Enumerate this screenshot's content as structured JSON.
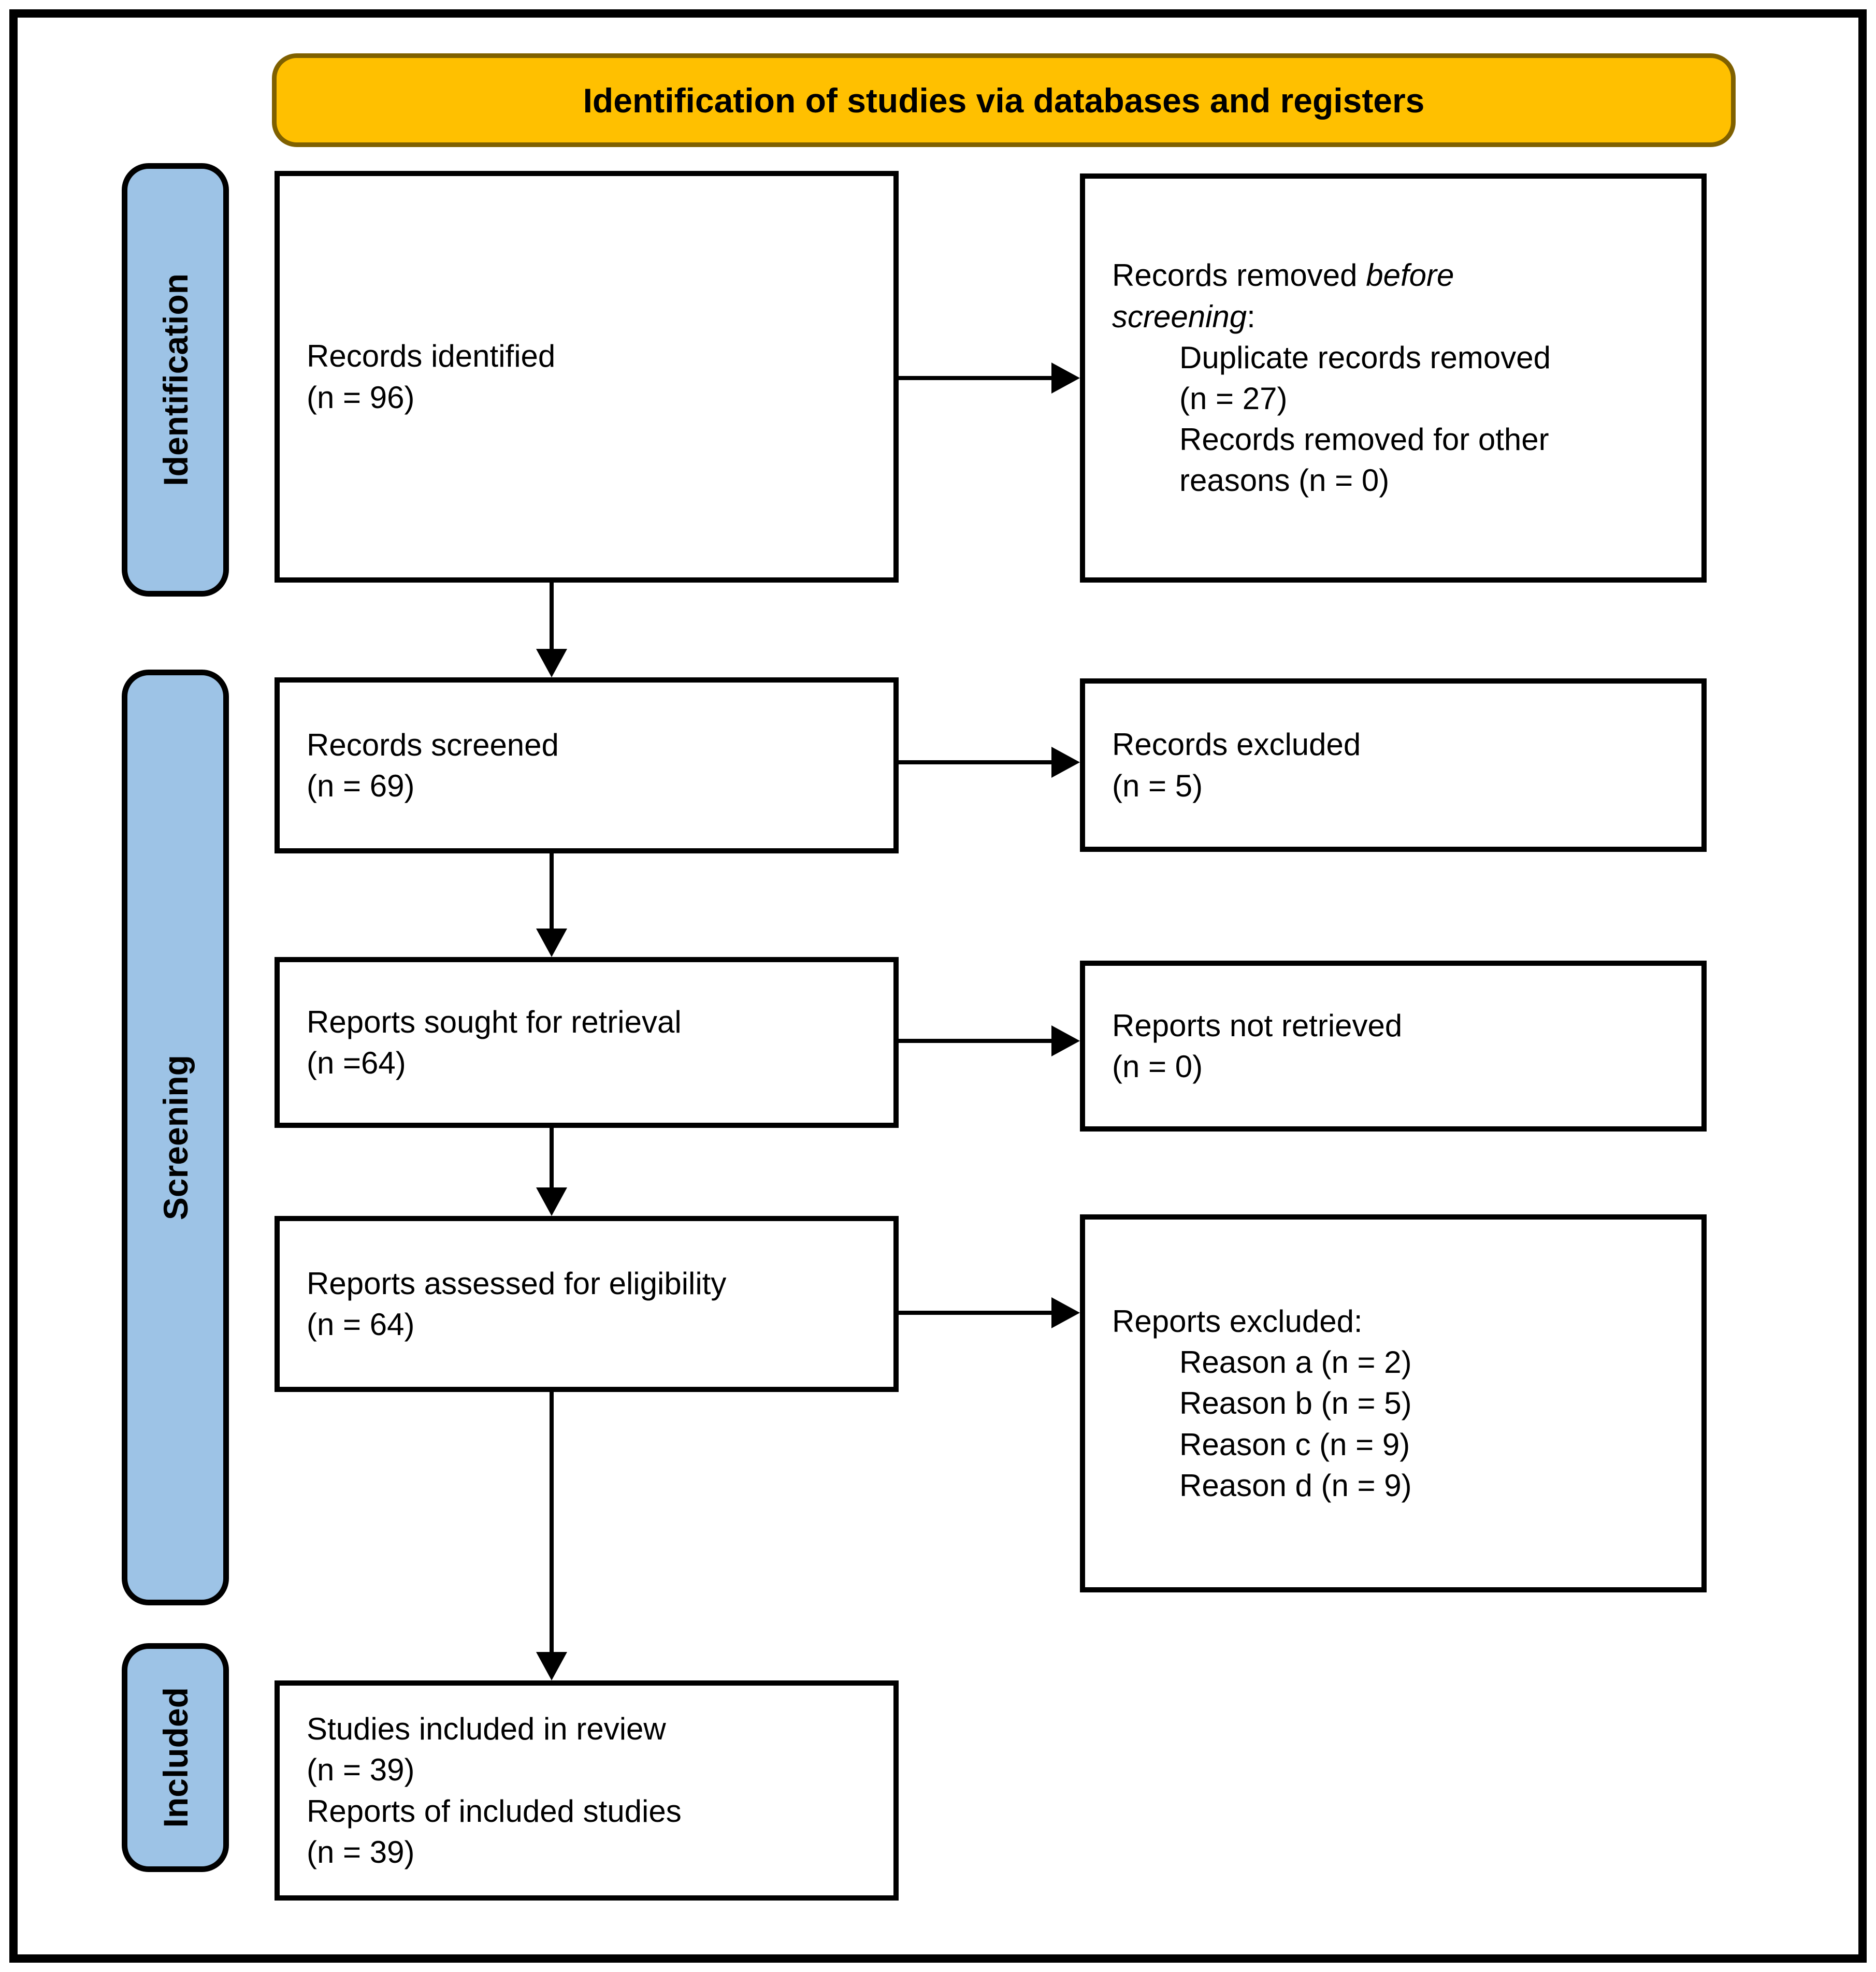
{
  "title_banner": {
    "label": "Identification of studies via databases and registers",
    "bg_color": "#FFC000",
    "border_color": "#7F6000"
  },
  "sidebar": {
    "bg_color": "#9DC3E6",
    "labels": {
      "identification": "Identification",
      "screening": "Screening",
      "included": "Included"
    }
  },
  "boxes": {
    "identified": {
      "lines": [
        "Records identified",
        "(n = 96)"
      ]
    },
    "removed": {
      "title_prefix": "Records removed ",
      "title_italic": "before screening",
      "title_suffix": ":",
      "items": [
        "Duplicate records removed",
        "(n = 27)",
        "Records removed for other",
        "reasons (n = 0)"
      ]
    },
    "screened": {
      "lines": [
        "Records screened",
        "(n = 69)"
      ]
    },
    "records_excluded": {
      "lines": [
        "Records excluded",
        "(n = 5)"
      ]
    },
    "sought": {
      "lines": [
        "Reports sought for retrieval",
        "(n =64)"
      ]
    },
    "not_retrieved": {
      "lines": [
        "Reports not retrieved",
        "(n = 0)"
      ]
    },
    "assessed": {
      "lines": [
        "Reports assessed for eligibility",
        "(n = 64)"
      ]
    },
    "reports_excluded": {
      "title": "Reports excluded:",
      "items": [
        "Reason a (n = 2)",
        "Reason b (n = 5)",
        "Reason c (n = 9)",
        "Reason d (n = 9)"
      ]
    },
    "included_studies": {
      "lines": [
        "Studies included in review",
        "(n = 39)",
        "Reports of included studies",
        "(n = 39)"
      ]
    }
  }
}
